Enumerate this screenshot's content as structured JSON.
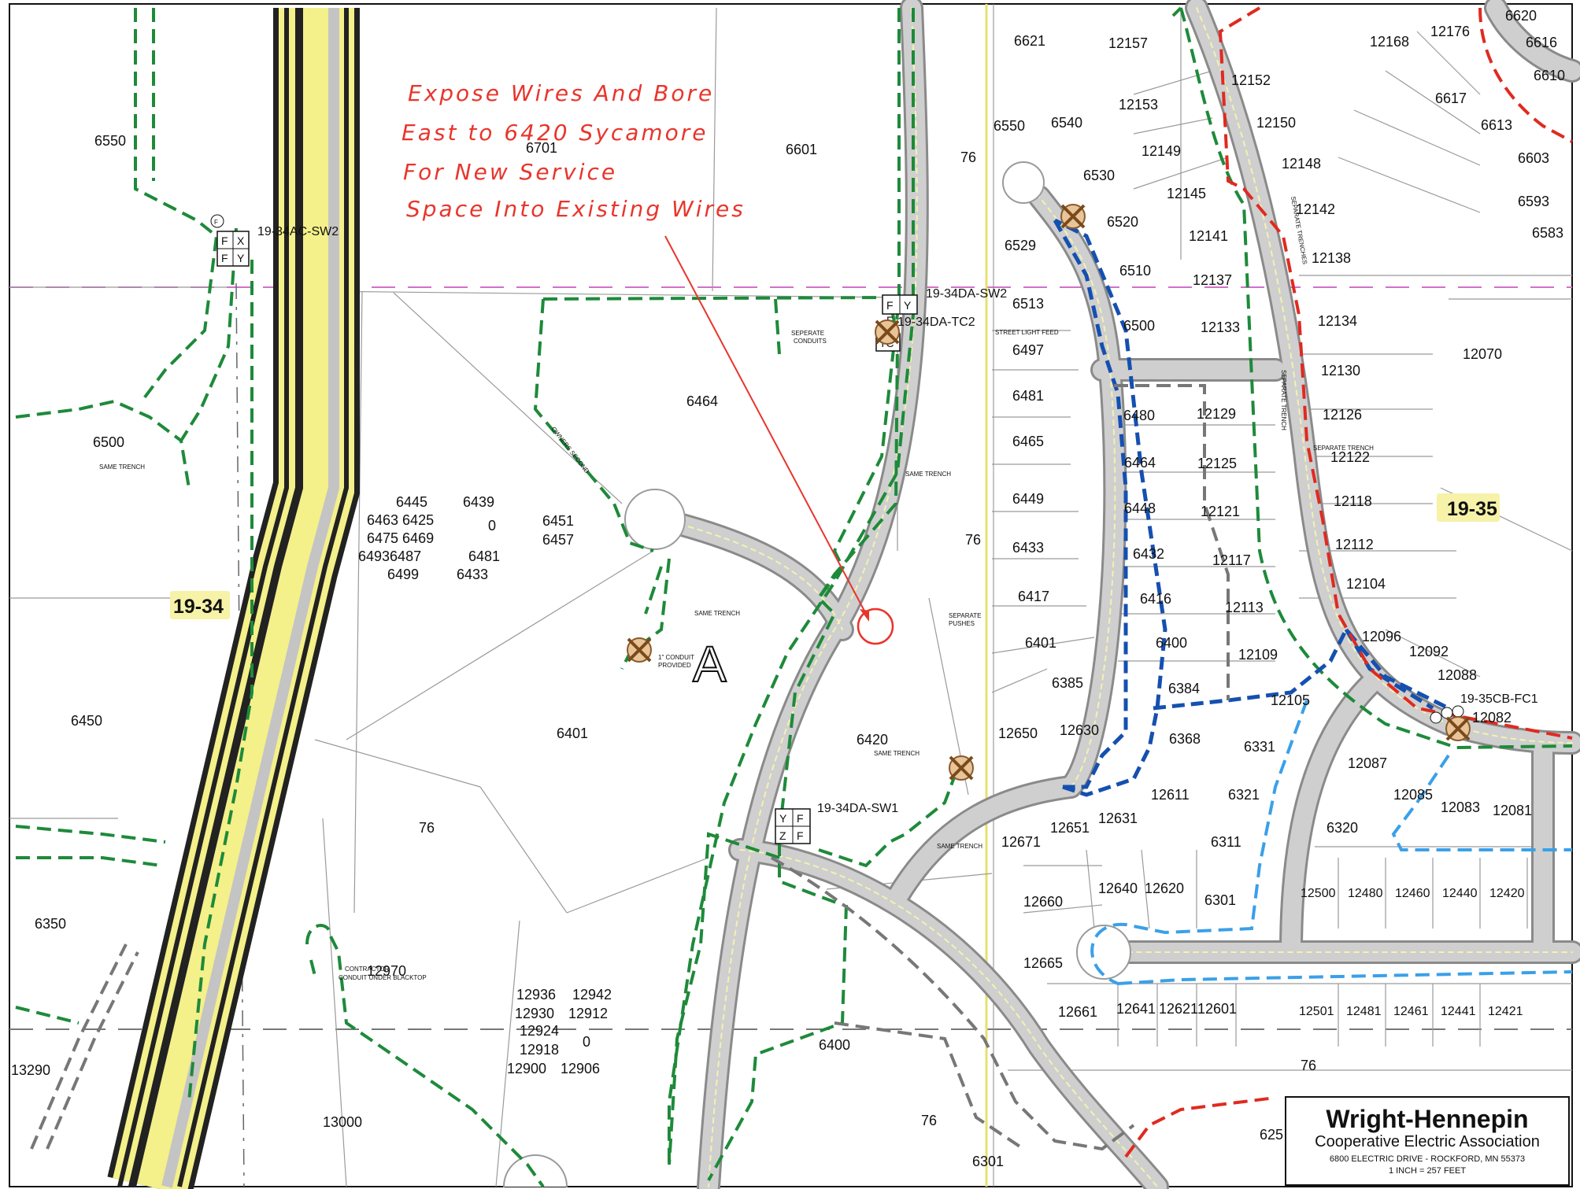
{
  "note": {
    "lines": [
      "Expose Wires And Bore",
      "East to 6420 Sycamore",
      "For New Service",
      "Space Into Existing Wires"
    ],
    "color": "#e8352c"
  },
  "grid_labels": {
    "left": "19-34",
    "right": "19-35"
  },
  "devices": {
    "sw_ac": "19-34AC-SW2",
    "sw_da2": "19-34DA-SW2",
    "tc_da": "19-34DA-TC2",
    "sw_da1": "19-34DA-SW1",
    "fc_cb": "19-35CB-FC1",
    "sym_f": "F",
    "sym_x": "X",
    "sym_y": "Y",
    "sym_z": "Z",
    "sym_tc": "TC"
  },
  "annotations": {
    "same_trench": "SAME TRENCH",
    "separate_conduits_1": "SEPERATE",
    "separate_conduits_2": "CONDUITS",
    "street_light_feed": "STREET LIGHT FEED",
    "owners_second": "OWNERS SECOND",
    "separate_pushes_1": "SEPARATE",
    "separate_pushes_2": "PUSHES",
    "conduit_provided_1": "1\" CONDUIT",
    "conduit_provided_2": "PROVIDED",
    "separate_trench": "SEPARATE TRENCH",
    "separate_trenches": "SEPARATE TRENCHES",
    "contractor_1": "CONTRACTOR",
    "contractor_2": "CONDUIT UNDER BLACKTOP",
    "big_letter": "A"
  },
  "lots": [
    {
      "id": "6550a",
      "text": "6550"
    },
    {
      "id": "6500",
      "text": "6500"
    },
    {
      "id": "6450",
      "text": "6450"
    },
    {
      "id": "6350",
      "text": "6350"
    },
    {
      "id": "13290",
      "text": "13290"
    },
    {
      "id": "13000",
      "text": "13000"
    },
    {
      "id": "12970",
      "text": "12970"
    },
    {
      "id": "76a",
      "text": "76"
    },
    {
      "id": "6701",
      "text": "6701"
    },
    {
      "id": "6601",
      "text": "6601"
    },
    {
      "id": "6464a",
      "text": "6464"
    },
    {
      "id": "6445",
      "text": "6445"
    },
    {
      "id": "6439",
      "text": "6439"
    },
    {
      "id": "6463",
      "text": "6463 6425"
    },
    {
      "id": "0a",
      "text": "0"
    },
    {
      "id": "6475",
      "text": "6475 6469"
    },
    {
      "id": "6493",
      "text": "64936487"
    },
    {
      "id": "6481a",
      "text": "6481"
    },
    {
      "id": "6499",
      "text": "6499"
    },
    {
      "id": "6433a",
      "text": "6433"
    },
    {
      "id": "6451",
      "text": "6451"
    },
    {
      "id": "6457",
      "text": "6457"
    },
    {
      "id": "6401a",
      "text": "6401"
    },
    {
      "id": "12936",
      "text": "12936"
    },
    {
      "id": "12942",
      "text": "12942"
    },
    {
      "id": "12930",
      "text": "12930"
    },
    {
      "id": "12912",
      "text": "12912"
    },
    {
      "id": "12924",
      "text": "12924"
    },
    {
      "id": "0b",
      "text": "0"
    },
    {
      "id": "12918",
      "text": "12918"
    },
    {
      "id": "12900",
      "text": "12900"
    },
    {
      "id": "12906",
      "text": "12906"
    },
    {
      "id": "6400a",
      "text": "6400"
    },
    {
      "id": "76b",
      "text": "76"
    },
    {
      "id": "76c",
      "text": "76"
    },
    {
      "id": "76d",
      "text": "76"
    },
    {
      "id": "6420",
      "text": "6420"
    },
    {
      "id": "6301a",
      "text": "6301"
    },
    {
      "id": "625",
      "text": "625"
    },
    {
      "id": "6621",
      "text": "6621"
    },
    {
      "id": "12157",
      "text": "12157"
    },
    {
      "id": "6550b",
      "text": "6550"
    },
    {
      "id": "6540",
      "text": "6540"
    },
    {
      "id": "12153",
      "text": "12153"
    },
    {
      "id": "6530",
      "text": "6530"
    },
    {
      "id": "12149",
      "text": "12149"
    },
    {
      "id": "12145",
      "text": "12145"
    },
    {
      "id": "6529",
      "text": "6529"
    },
    {
      "id": "6520",
      "text": "6520"
    },
    {
      "id": "12141",
      "text": "12141"
    },
    {
      "id": "6510",
      "text": "6510"
    },
    {
      "id": "12137",
      "text": "12137"
    },
    {
      "id": "6513",
      "text": "6513"
    },
    {
      "id": "6500b",
      "text": "6500"
    },
    {
      "id": "12133",
      "text": "12133"
    },
    {
      "id": "6497",
      "text": "6497"
    },
    {
      "id": "6481b",
      "text": "6481"
    },
    {
      "id": "6480",
      "text": "6480"
    },
    {
      "id": "12129",
      "text": "12129"
    },
    {
      "id": "6465",
      "text": "6465"
    },
    {
      "id": "6464b",
      "text": "6464"
    },
    {
      "id": "12125",
      "text": "12125"
    },
    {
      "id": "6449",
      "text": "6449"
    },
    {
      "id": "6448",
      "text": "6448"
    },
    {
      "id": "12121",
      "text": "12121"
    },
    {
      "id": "6433b",
      "text": "6433"
    },
    {
      "id": "6432",
      "text": "6432"
    },
    {
      "id": "12117",
      "text": "12117"
    },
    {
      "id": "6417",
      "text": "6417"
    },
    {
      "id": "6416",
      "text": "6416"
    },
    {
      "id": "12113",
      "text": "12113"
    },
    {
      "id": "6401b",
      "text": "6401"
    },
    {
      "id": "6400b",
      "text": "6400"
    },
    {
      "id": "12109",
      "text": "12109"
    },
    {
      "id": "6385",
      "text": "6385"
    },
    {
      "id": "6384",
      "text": "6384"
    },
    {
      "id": "12105",
      "text": "12105"
    },
    {
      "id": "12650",
      "text": "12650"
    },
    {
      "id": "12630",
      "text": "12630"
    },
    {
      "id": "6368",
      "text": "6368"
    },
    {
      "id": "6331",
      "text": "6331"
    },
    {
      "id": "12611",
      "text": "12611"
    },
    {
      "id": "6321",
      "text": "6321"
    },
    {
      "id": "12651",
      "text": "12651"
    },
    {
      "id": "12631",
      "text": "12631"
    },
    {
      "id": "12671",
      "text": "12671"
    },
    {
      "id": "6311",
      "text": "6311"
    },
    {
      "id": "12660",
      "text": "12660"
    },
    {
      "id": "12640",
      "text": "12640"
    },
    {
      "id": "12620",
      "text": "12620"
    },
    {
      "id": "6301b",
      "text": "6301"
    },
    {
      "id": "12665",
      "text": "12665"
    },
    {
      "id": "12661",
      "text": "12661"
    },
    {
      "id": "12641",
      "text": "12641"
    },
    {
      "id": "12621",
      "text": "12621"
    },
    {
      "id": "12601",
      "text": "12601"
    },
    {
      "id": "12168",
      "text": "12168"
    },
    {
      "id": "12176",
      "text": "12176"
    },
    {
      "id": "6620",
      "text": "6620"
    },
    {
      "id": "6616",
      "text": "6616"
    },
    {
      "id": "6610",
      "text": "6610"
    },
    {
      "id": "12152",
      "text": "12152"
    },
    {
      "id": "6617",
      "text": "6617"
    },
    {
      "id": "12150",
      "text": "12150"
    },
    {
      "id": "6613",
      "text": "6613"
    },
    {
      "id": "12148",
      "text": "12148"
    },
    {
      "id": "6603",
      "text": "6603"
    },
    {
      "id": "12142",
      "text": "12142"
    },
    {
      "id": "6593",
      "text": "6593"
    },
    {
      "id": "6583",
      "text": "6583"
    },
    {
      "id": "12138",
      "text": "12138"
    },
    {
      "id": "12134",
      "text": "12134"
    },
    {
      "id": "12070",
      "text": "12070"
    },
    {
      "id": "12130",
      "text": "12130"
    },
    {
      "id": "12126",
      "text": "12126"
    },
    {
      "id": "12122",
      "text": "12122"
    },
    {
      "id": "12118",
      "text": "12118"
    },
    {
      "id": "12112",
      "text": "12112"
    },
    {
      "id": "12104",
      "text": "12104"
    },
    {
      "id": "12096",
      "text": "12096"
    },
    {
      "id": "12092",
      "text": "12092"
    },
    {
      "id": "12088",
      "text": "12088"
    },
    {
      "id": "12082",
      "text": "12082"
    },
    {
      "id": "12087",
      "text": "12087"
    },
    {
      "id": "12085",
      "text": "12085"
    },
    {
      "id": "12083",
      "text": "12083"
    },
    {
      "id": "12081",
      "text": "12081"
    },
    {
      "id": "6320",
      "text": "6320"
    },
    {
      "id": "12500",
      "text": "12500"
    },
    {
      "id": "12480",
      "text": "12480"
    },
    {
      "id": "12460",
      "text": "12460"
    },
    {
      "id": "12440",
      "text": "12440"
    },
    {
      "id": "12420",
      "text": "12420"
    },
    {
      "id": "12501",
      "text": "12501"
    },
    {
      "id": "12481",
      "text": "12481"
    },
    {
      "id": "12461",
      "text": "12461"
    },
    {
      "id": "12441",
      "text": "12441"
    },
    {
      "id": "12421",
      "text": "12421"
    },
    {
      "id": "76e",
      "text": "76"
    }
  ],
  "title_block": {
    "company": "Wright-Hennepin",
    "subtitle": "Cooperative Electric Association",
    "address": "6800 ELECTRIC DRIVE  -  ROCKFORD, MN  55373",
    "scale": "1 INCH = 257 FEET"
  },
  "colors": {
    "primary_line": "#1e8a3a",
    "blue_line": "#1550b0",
    "light_blue_line": "#3aa0e8",
    "red_line": "#e02a20",
    "gray_line": "#777777",
    "magenta_line": "#d070c8",
    "highway_yellow": "#f4f08a",
    "road_gray": "#c4c4c4",
    "grid_label_bg": "#f6f2a8"
  }
}
